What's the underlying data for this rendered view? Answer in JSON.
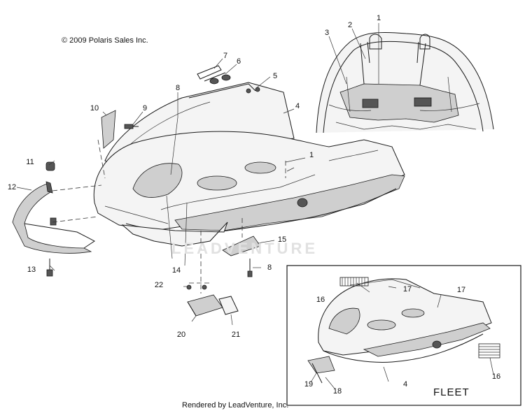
{
  "copyright": "© 2009 Polaris Sales Inc.",
  "footer": "Rendered by LeadVenture, Inc.",
  "watermark": "LEADVENTURE",
  "inset_label": "FLEET",
  "callouts": {
    "c1a": "1",
    "c1b": "1",
    "c2": "2",
    "c3": "3",
    "c4a": "4",
    "c4b": "4",
    "c5": "5",
    "c6": "6",
    "c7": "7",
    "c8a": "8",
    "c8b": "8",
    "c9": "9",
    "c10": "10",
    "c11": "11",
    "c12": "12",
    "c13": "13",
    "c14": "14",
    "c15": "15",
    "c16a": "16",
    "c16b": "16",
    "c17a": "17",
    "c17b": "17",
    "c18": "18",
    "c19": "19",
    "c20": "20",
    "c21": "21",
    "c22": "22"
  }
}
